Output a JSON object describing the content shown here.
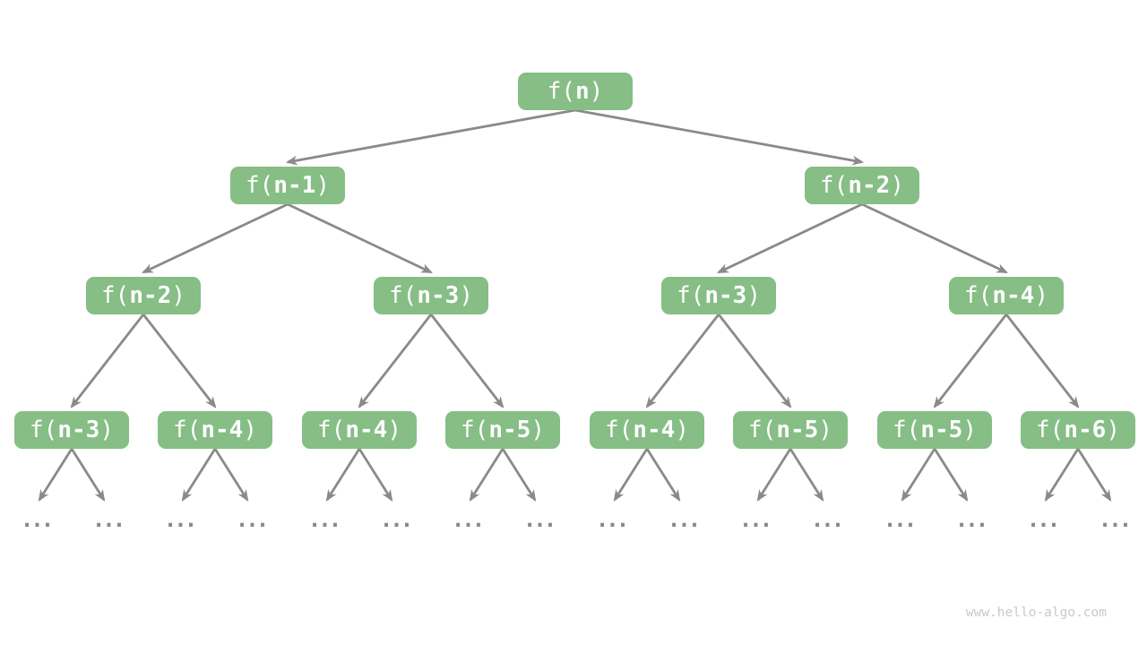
{
  "diagram": {
    "description": "recursion-tree",
    "ellipsis": "...",
    "levels": [
      {
        "nodes": [
          {
            "prefix": "f(",
            "arg": "n",
            "suffix": ")"
          }
        ]
      },
      {
        "nodes": [
          {
            "prefix": "f(",
            "arg": "n-1",
            "suffix": ")"
          },
          {
            "prefix": "f(",
            "arg": "n-2",
            "suffix": ")"
          }
        ]
      },
      {
        "nodes": [
          {
            "prefix": "f(",
            "arg": "n-2",
            "suffix": ")"
          },
          {
            "prefix": "f(",
            "arg": "n-3",
            "suffix": ")"
          },
          {
            "prefix": "f(",
            "arg": "n-3",
            "suffix": ")"
          },
          {
            "prefix": "f(",
            "arg": "n-4",
            "suffix": ")"
          }
        ]
      },
      {
        "nodes": [
          {
            "prefix": "f(",
            "arg": "n-3",
            "suffix": ")"
          },
          {
            "prefix": "f(",
            "arg": "n-4",
            "suffix": ")"
          },
          {
            "prefix": "f(",
            "arg": "n-4",
            "suffix": ")"
          },
          {
            "prefix": "f(",
            "arg": "n-5",
            "suffix": ")"
          },
          {
            "prefix": "f(",
            "arg": "n-4",
            "suffix": ")"
          },
          {
            "prefix": "f(",
            "arg": "n-5",
            "suffix": ")"
          },
          {
            "prefix": "f(",
            "arg": "n-5",
            "suffix": ")"
          },
          {
            "prefix": "f(",
            "arg": "n-6",
            "suffix": ")"
          }
        ]
      }
    ],
    "colors": {
      "node_fill": "#86be86",
      "node_text": "#ffffff",
      "arrow": "#8a8a8a",
      "watermark": "#c9c9c9"
    }
  },
  "watermark": "www.hello-algo.com"
}
